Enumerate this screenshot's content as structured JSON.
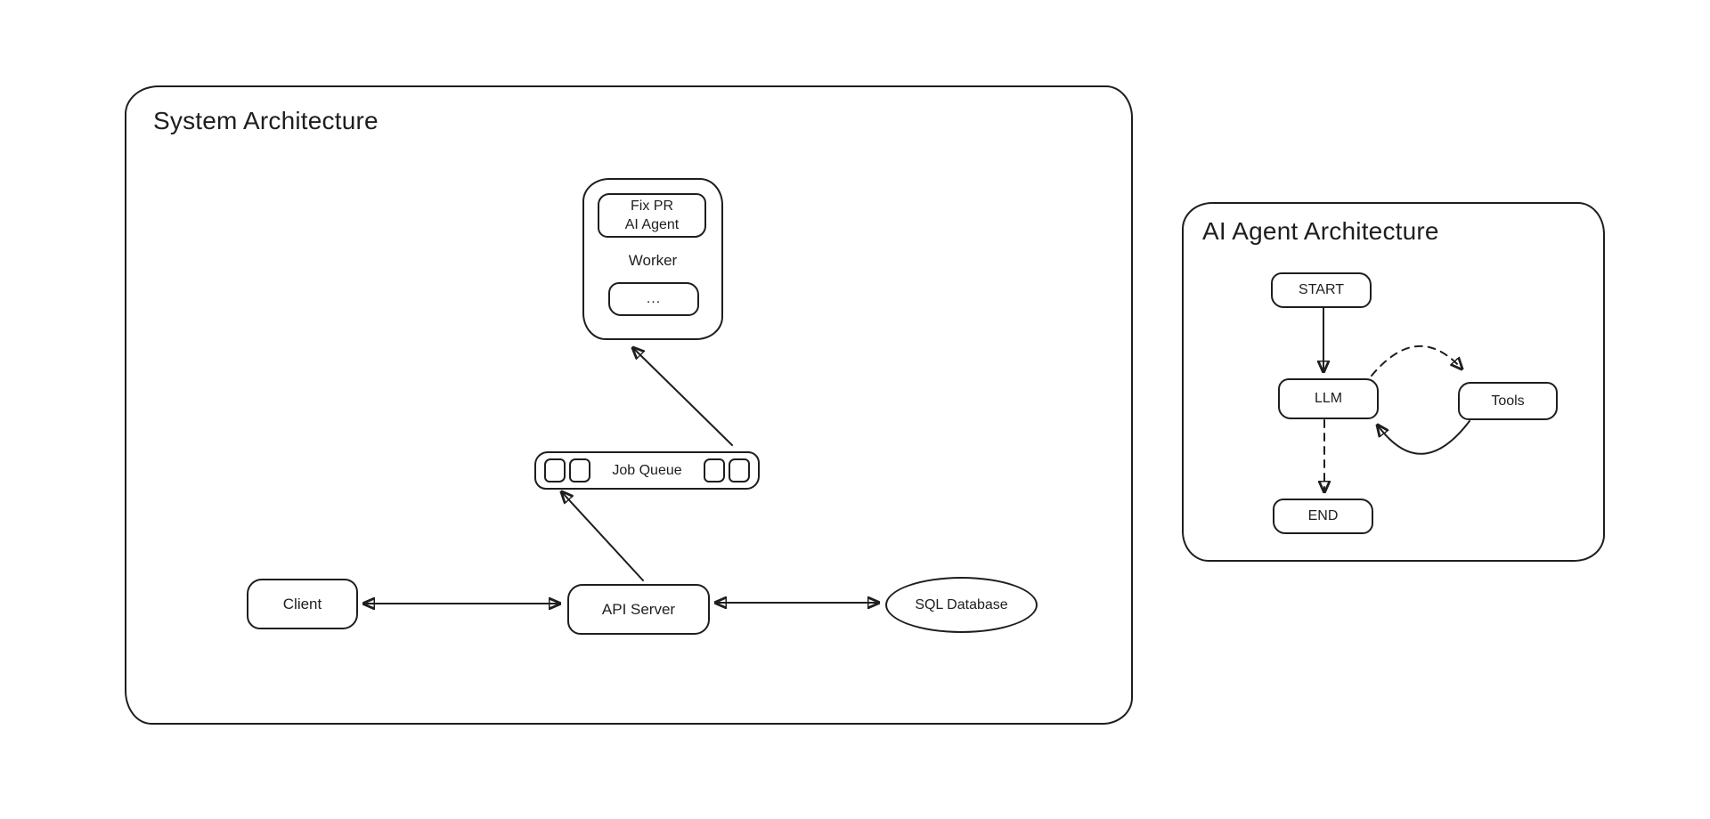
{
  "page": {
    "background": "#ffffff",
    "ink_color": "#1e1e1e"
  },
  "system_panel": {
    "title": "System Architecture",
    "worker_group": {
      "agent_line1": "Fix PR",
      "agent_line2": "AI Agent",
      "worker_label": "Worker",
      "more_label": "..."
    },
    "job_queue_label": "Job Queue",
    "client_label": "Client",
    "api_server_label": "API Server",
    "sql_database_label": "SQL Database"
  },
  "agent_panel": {
    "title": "AI Agent Architecture",
    "start_label": "START",
    "llm_label": "LLM",
    "tools_label": "Tools",
    "end_label": "END"
  },
  "connections": [
    {
      "from": "Client",
      "to": "API Server",
      "line": "solid",
      "arrowheads": "both"
    },
    {
      "from": "API Server",
      "to": "SQL Database",
      "line": "solid",
      "arrowheads": "both"
    },
    {
      "from": "API Server",
      "to": "Job Queue",
      "line": "solid",
      "arrowheads": "end"
    },
    {
      "from": "Job Queue",
      "to": "Worker",
      "line": "solid",
      "arrowheads": "end"
    },
    {
      "from": "START",
      "to": "LLM",
      "line": "solid",
      "arrowheads": "end"
    },
    {
      "from": "LLM",
      "to": "Tools",
      "line": "dashed",
      "arrowheads": "end"
    },
    {
      "from": "Tools",
      "to": "LLM",
      "line": "solid",
      "arrowheads": "end"
    },
    {
      "from": "LLM",
      "to": "END",
      "line": "dashed",
      "arrowheads": "end"
    }
  ]
}
